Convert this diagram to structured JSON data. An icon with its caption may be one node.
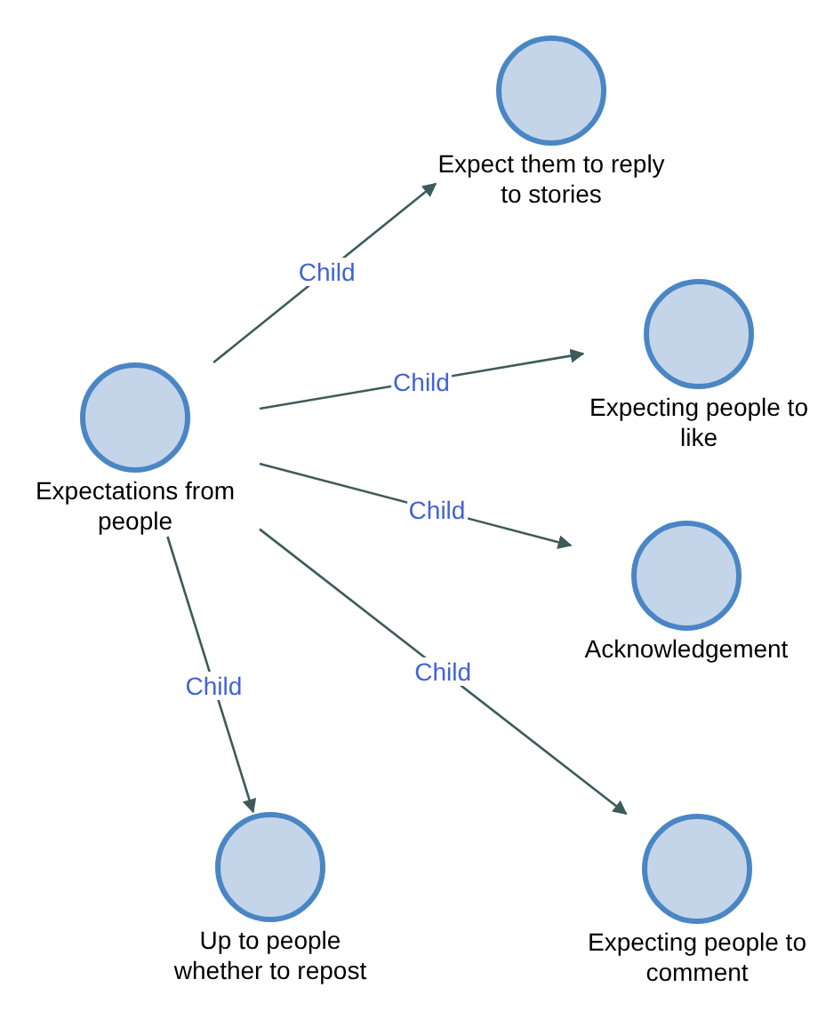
{
  "diagram": {
    "nodes": [
      {
        "text": [
          "Expectations from people"
        ]
      },
      {
        "text": [
          "Expect them to reply to stories"
        ]
      },
      {
        "text": [
          "Expecting people to like"
        ]
      },
      {
        "text": [
          "Acknowledgement"
        ]
      },
      {
        "text": [
          "Expecting people to comment"
        ]
      },
      {
        "text": [
          "Up to people whether to repost"
        ]
      }
    ],
    "edges": [
      {
        "from": 0,
        "to": 1,
        "arrow": "to",
        "label": "Child"
      },
      {
        "from": 0,
        "to": 2,
        "arrow": "to",
        "label": "Child"
      },
      {
        "from": 0,
        "to": 3,
        "arrow": "to",
        "label": "Child"
      },
      {
        "from": 0,
        "to": 4,
        "arrow": "to",
        "label": "Child"
      },
      {
        "from": 0,
        "to": 5,
        "arrow": "to",
        "label": "Child"
      }
    ]
  }
}
